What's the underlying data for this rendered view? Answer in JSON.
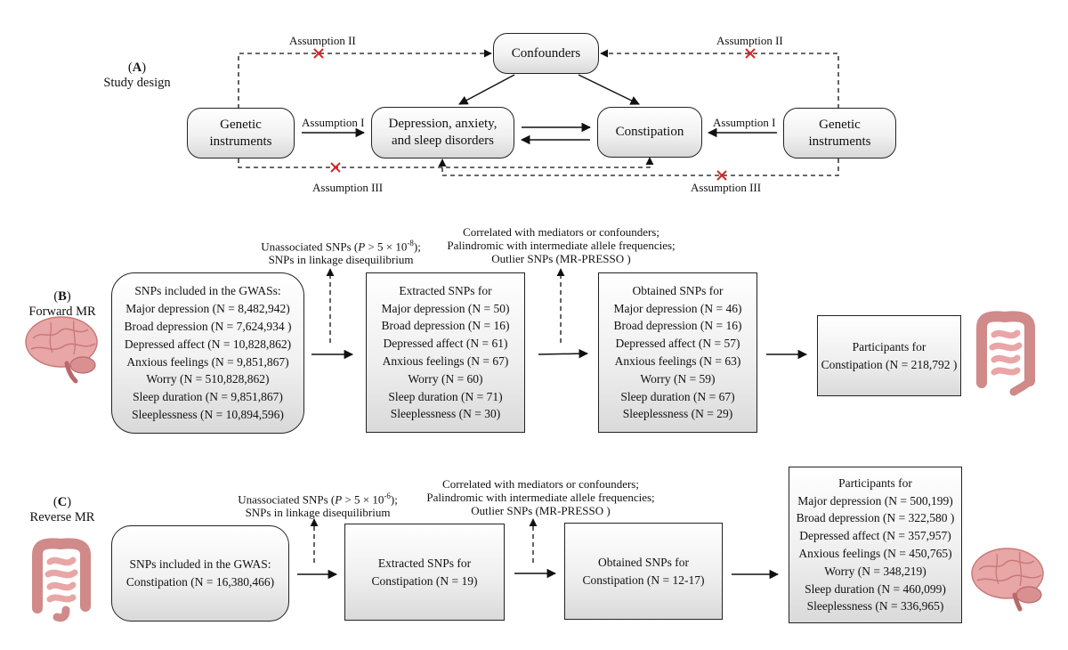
{
  "panelA": {
    "label": "A",
    "title": "Study design",
    "confounders": "Confounders",
    "genetic_left": [
      "Genetic",
      "instruments"
    ],
    "genetic_right": [
      "Genetic",
      "instruments"
    ],
    "exposure": [
      "Depression, anxiety,",
      "and sleep disorders"
    ],
    "outcome": "Constipation",
    "assumption1_left": "Assumption I",
    "assumption1_right": "Assumption I",
    "assumption2_left": "Assumption II",
    "assumption2_right": "Assumption II",
    "assumption3_left": "Assumption III",
    "assumption3_right": "Assumption III"
  },
  "panelB": {
    "label": "B",
    "title": "Forward MR",
    "filter1": {
      "line1_pre": "Unassociated SNPs (",
      "line1_p": "P",
      "line1_post": " > 5 × 10",
      "line1_exp": "-8",
      "line1_end": ");",
      "line2": "SNPs in linkage disequilibrium"
    },
    "filter2": [
      "Correlated with mediators or confounders;",
      "Palindromic with intermediate allele frequencies;",
      "Outlier SNPs (MR-PRESSO )"
    ],
    "box1": [
      "SNPs included in the  GWASs:",
      "Major depression (N = 8,482,942)",
      "Broad depression (N = 7,624,934 )",
      "Depressed affect (N = 10,828,862)",
      "Anxious feelings (N = 9,851,867)",
      "Worry (N = 510,828,862)",
      "Sleep duration (N = 9,851,867)",
      "Sleeplessness (N = 10,894,596)"
    ],
    "box2": [
      "Extracted SNPs for",
      "Major depression (N = 50)",
      "Broad depression (N = 16)",
      "Depressed affect (N = 61)",
      "Anxious feelings (N = 67)",
      "Worry (N = 60)",
      "Sleep duration (N = 71)",
      "Sleeplessness (N = 30)"
    ],
    "box3": [
      "Obtained SNPs for",
      "Major depression (N = 46)",
      "Broad depression (N = 16)",
      "Depressed affect (N = 57)",
      "Anxious feelings (N = 63)",
      "Worry (N = 59)",
      "Sleep duration (N = 67)",
      "Sleeplessness (N = 29)"
    ],
    "box4": [
      "Participants for",
      "Constipation (N = 218,792 )"
    ]
  },
  "panelC": {
    "label": "C",
    "title": "Reverse MR",
    "filter1": {
      "line1_pre": "Unassociated SNPs (",
      "line1_p": "P",
      "line1_post": " > 5 × 10",
      "line1_exp": "-6",
      "line1_end": ");",
      "line2": "SNPs in linkage disequilibrium"
    },
    "filter2": [
      "Correlated with mediators or confounders;",
      "Palindromic with intermediate allele frequencies;",
      "Outlier SNPs (MR-PRESSO )"
    ],
    "box1": [
      "SNPs included in the  GWAS:",
      "Constipation (N = 16,380,466)"
    ],
    "box2": [
      "Extracted SNPs for",
      "Constipation (N = 19)"
    ],
    "box3": [
      "Obtained SNPs for",
      "Constipation (N = 12-17)"
    ],
    "box4": [
      "Participants for",
      "Major depression (N = 500,199)",
      "Broad depression (N = 322,580 )",
      "Depressed affect (N = 357,957)",
      "Anxious feelings (N = 450,765)",
      "Worry (N = 348,219)",
      "Sleep duration (N = 460,099)",
      "Sleeplessness (N = 336,965)"
    ]
  },
  "icons": {
    "brain": "brain-icon",
    "intestine": "intestine-icon"
  },
  "colors": {
    "box_border": "#222222",
    "cross": "#d62828",
    "organ": "#e8a6a6",
    "organ_dark": "#c97878"
  }
}
